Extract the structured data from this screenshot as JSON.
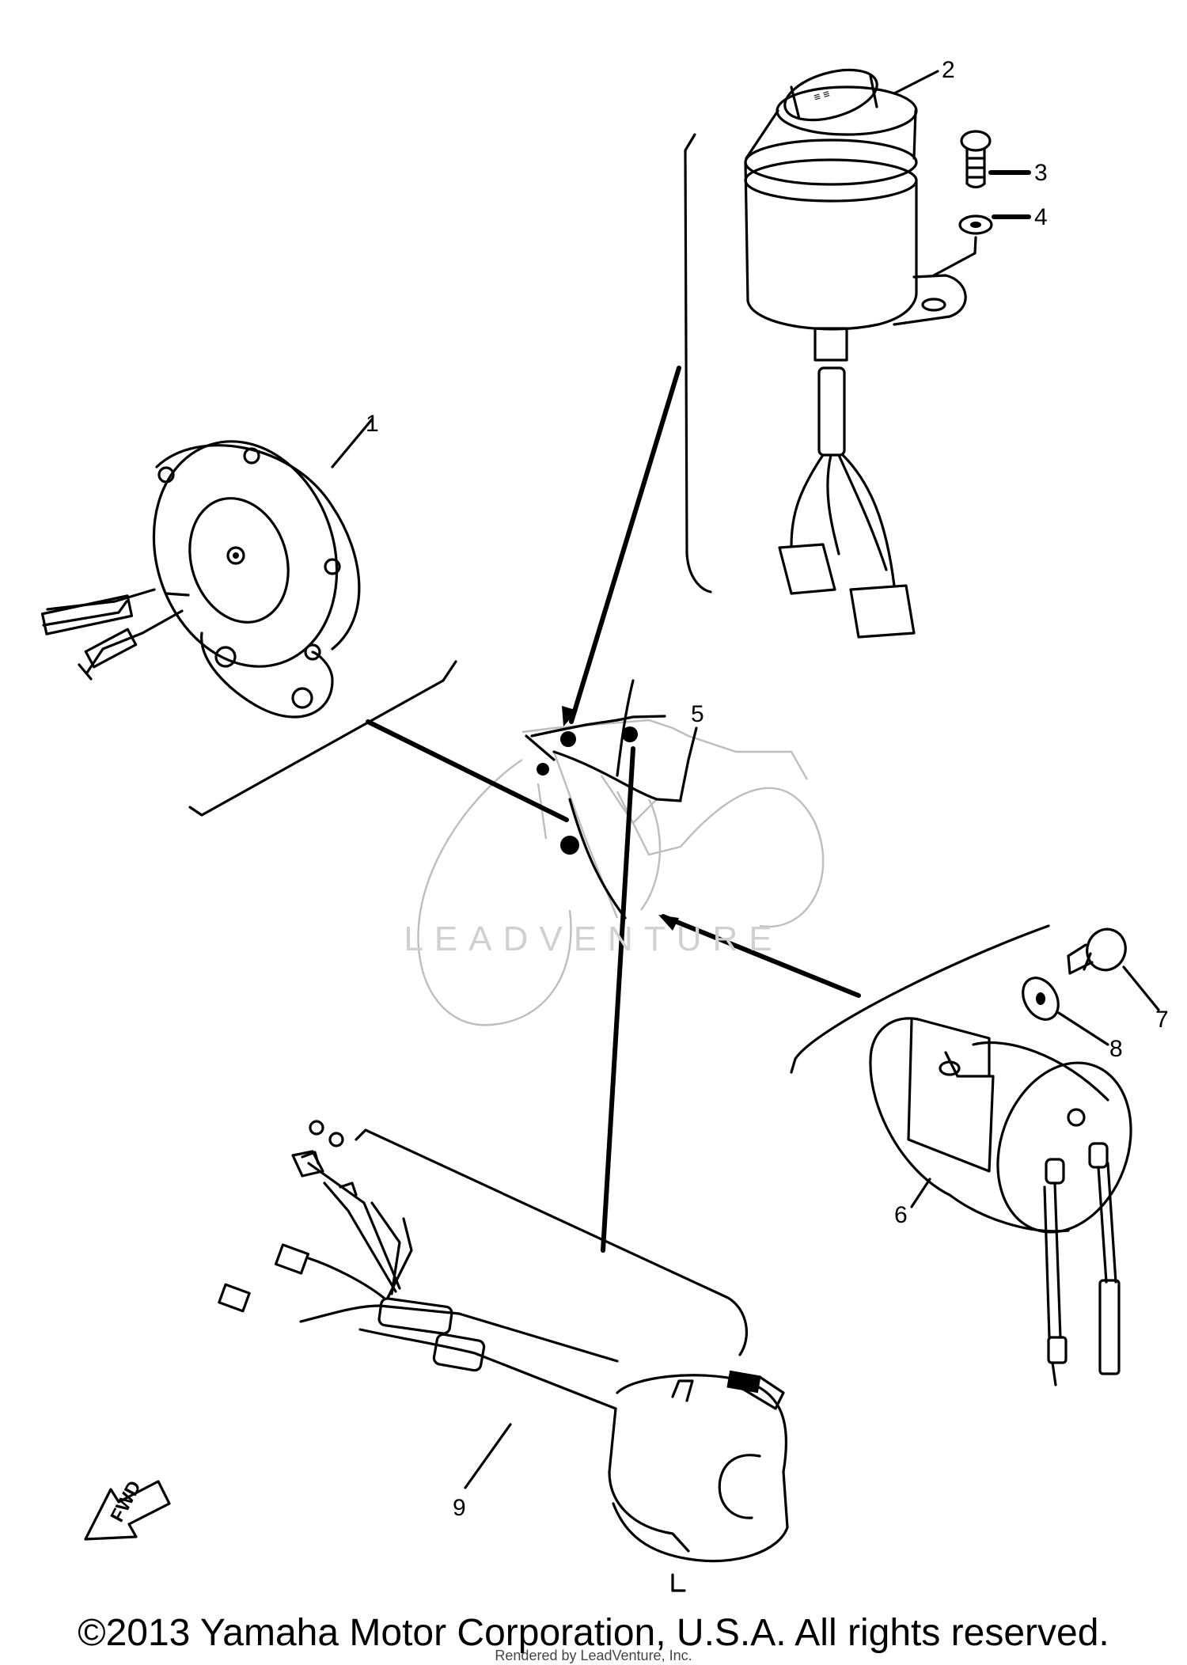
{
  "diagram": {
    "callouts": [
      "1",
      "2",
      "3",
      "4",
      "5",
      "6",
      "7",
      "8",
      "9"
    ],
    "fwd_label": "FWD",
    "watermark": "LEADVENTURE",
    "copyright": "©2013 Yamaha Motor Corporation, U.S.A. All rights reserved.",
    "sub_notice": "Rendered by LeadVenture, Inc."
  }
}
